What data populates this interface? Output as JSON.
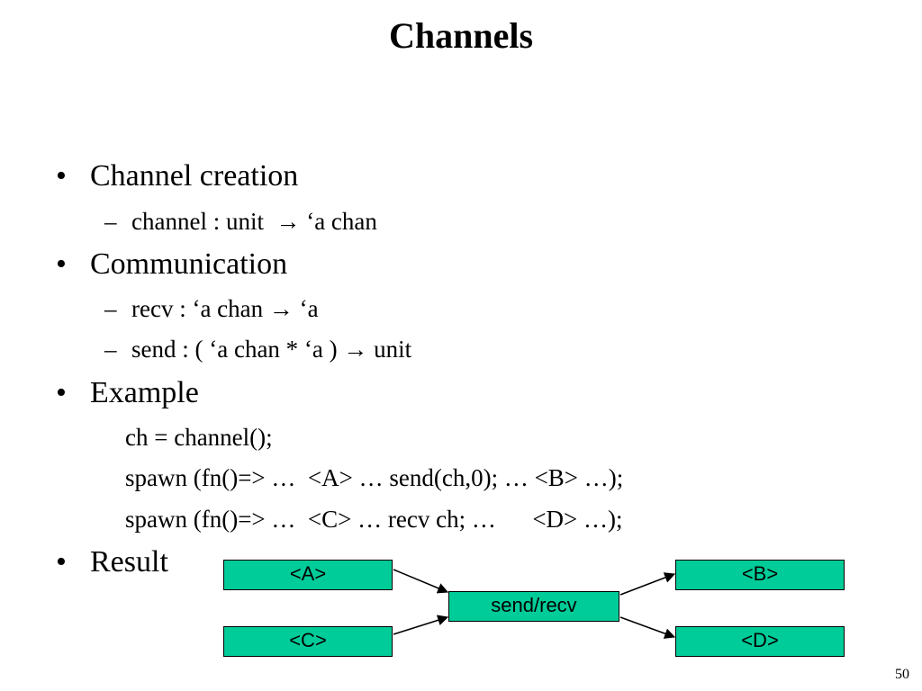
{
  "title": "Channels",
  "bullets": {
    "b1": "Channel creation",
    "b1_sub1": "channel : unit  → ‘a chan",
    "b2": "Communication",
    "b2_sub1": "recv : ‘a chan → ‘a",
    "b2_sub2": "send : ( ‘a chan * ‘a ) → unit",
    "b3": "Example",
    "b3_code1": "ch = channel();",
    "b3_code2": "spawn (fn()=> …  <A> … send(ch,0); … <B> …);",
    "b3_code3": "spawn (fn()=> …  <C> … recv ch; …      <D> …);",
    "b4": "Result"
  },
  "symbols": {
    "bullet": "•",
    "dash": "–"
  },
  "diagram": {
    "box_a": "<A>",
    "box_b": "<B>",
    "box_c": "<C>",
    "box_d": "<D>",
    "box_center": "send/recv",
    "box_color": "#00cc99"
  },
  "page_number": "50"
}
